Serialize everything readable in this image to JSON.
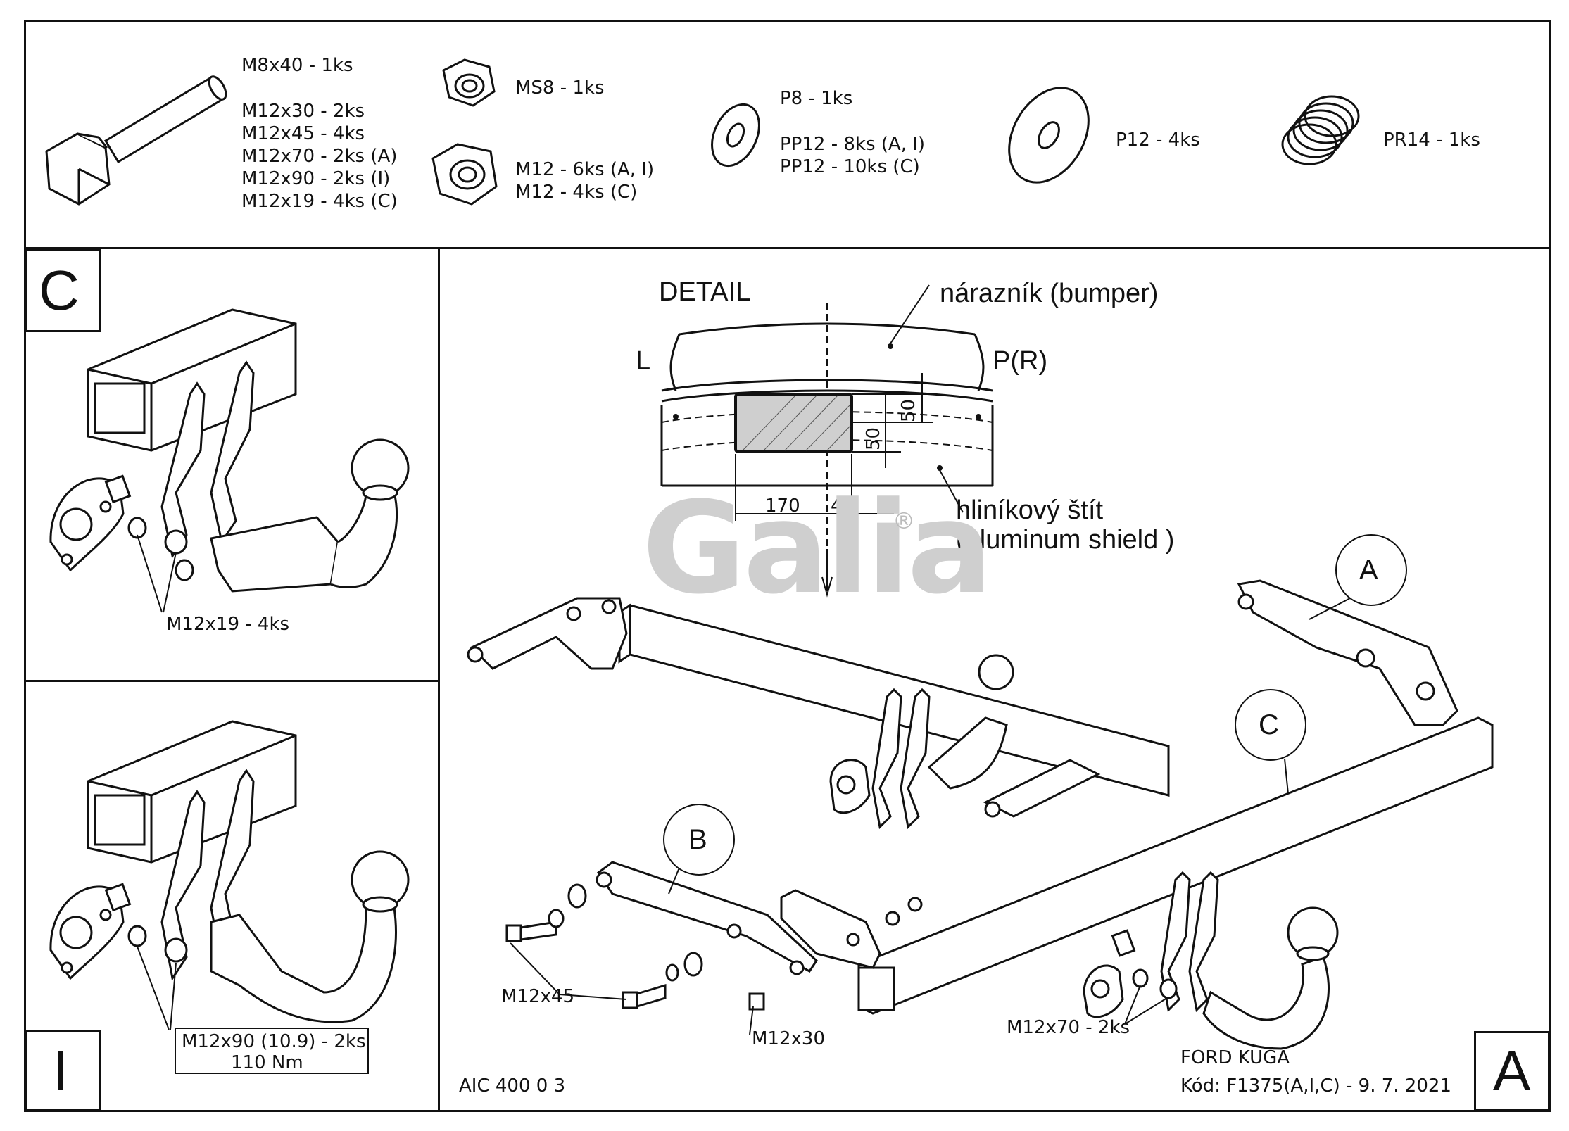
{
  "parts": {
    "bolt_labels": [
      "M8x40 - 1ks",
      "M12x30 - 2ks",
      "M12x45 - 4ks",
      "M12x70 - 2ks (A)",
      "M12x90 - 2ks (I)",
      "M12x19 - 4ks (C)"
    ],
    "nut_ms8": "MS8 - 1ks",
    "nut_m12": [
      "M12 - 6ks (A, I)",
      "M12 - 4ks (C)"
    ],
    "washer_small": [
      "P8 - 1ks",
      "PP12 - 8ks (A, I)",
      "PP12 - 10ks (C)"
    ],
    "washer_large": "P12 - 4ks",
    "spring": "PR14 - 1ks"
  },
  "panel_c": {
    "letter": "C",
    "label": "M12x19 - 4ks"
  },
  "panel_i": {
    "letter": "I",
    "label_line1": "M12x90 (10.9) - 2ks",
    "label_line2": "110 Nm"
  },
  "detail": {
    "title": "DETAIL",
    "bumper": "nárazník (bumper)",
    "left": "L",
    "right": "P(R)",
    "dim_170": "170",
    "dim_40": "40",
    "dim_50a": "50",
    "dim_50b": "50",
    "shield_line1": "hliníkový štít",
    "shield_line2": "(aluminum shield )"
  },
  "watermark": "Galia",
  "registered": "®",
  "main": {
    "callout_a": "A",
    "callout_b": "B",
    "callout_c": "C",
    "bolt_m12x45": "M12x45",
    "bolt_m12x30": "M12x30",
    "bolt_m12x70": "M12x70 - 2ks"
  },
  "footer": {
    "doc_code": "AIC 400 0 3",
    "vehicle": "FORD KUGA",
    "code": "Kód: F1375(A,I,C) - 9. 7. 2021",
    "corner_letter": "A"
  }
}
